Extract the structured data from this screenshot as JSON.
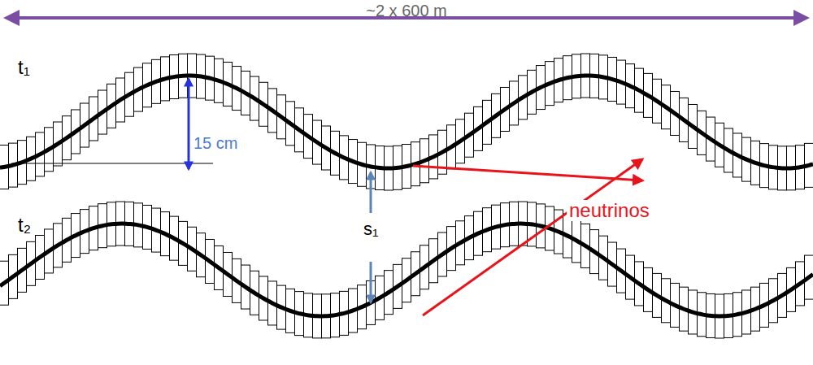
{
  "diagram": {
    "labels": [
      "~2 x 600 m",
      "t₁",
      "15 cm",
      "s₁",
      "neutrinos",
      "t₂"
    ]
  }
}
